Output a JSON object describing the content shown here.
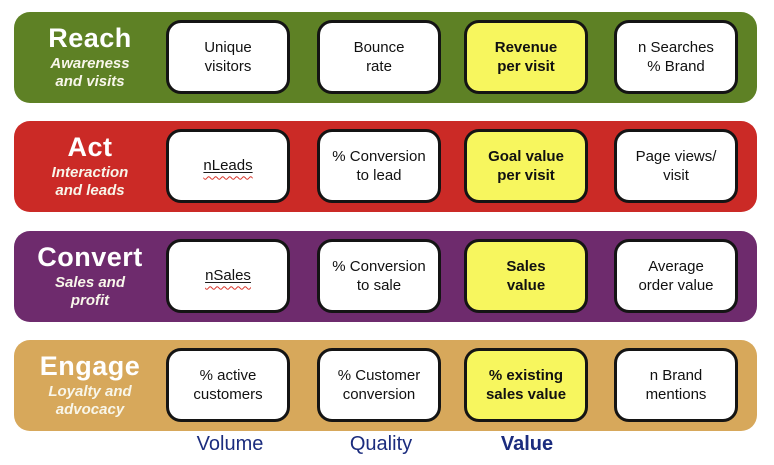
{
  "colors": {
    "reach_band": "#5E8125",
    "act_band": "#CB2A26",
    "convert_band": "#6E2B6D",
    "engage_band": "#D7A85B",
    "highlight_box": "#F7F65E",
    "metric_box_bg": "#FFFFFF",
    "box_border": "#141414",
    "column_label_text": "#1B2C7E",
    "band_text": "#FFFFFF"
  },
  "rows": [
    {
      "title": "Reach",
      "subtitle": "Awareness\nand visits",
      "color": "#5E8125",
      "boxes": [
        {
          "label": "Unique\nvisitors"
        },
        {
          "label": "Bounce\nrate"
        },
        {
          "label": "Revenue\nper visit",
          "highlight": true
        },
        {
          "label": "n Searches\n% Brand"
        }
      ]
    },
    {
      "title": "Act",
      "subtitle": "Interaction\nand leads",
      "color": "#CB2A26",
      "boxes": [
        {
          "label": "nLeads",
          "spellcheck_underline": true
        },
        {
          "label": "% Conversion\nto lead"
        },
        {
          "label": "Goal value\nper visit",
          "highlight": true
        },
        {
          "label": "Page views/\nvisit"
        }
      ]
    },
    {
      "title": "Convert",
      "subtitle": "Sales and\nprofit",
      "color": "#6E2B6D",
      "boxes": [
        {
          "label": "nSales",
          "spellcheck_underline": true
        },
        {
          "label": "% Conversion\nto sale"
        },
        {
          "label": "Sales\nvalue",
          "highlight": true
        },
        {
          "label": "Average\norder value"
        }
      ]
    },
    {
      "title": "Engage",
      "subtitle": "Loyalty and\nadvocacy",
      "color": "#D7A85B",
      "boxes": [
        {
          "label": "% active\ncustomers"
        },
        {
          "label": "% Customer\nconversion"
        },
        {
          "label": "% existing\nsales value",
          "highlight": true
        },
        {
          "label": "n Brand\nmentions"
        }
      ]
    }
  ],
  "column_labels": [
    {
      "label": "Volume"
    },
    {
      "label": "Quality"
    },
    {
      "label": "Value",
      "bold": true
    }
  ]
}
